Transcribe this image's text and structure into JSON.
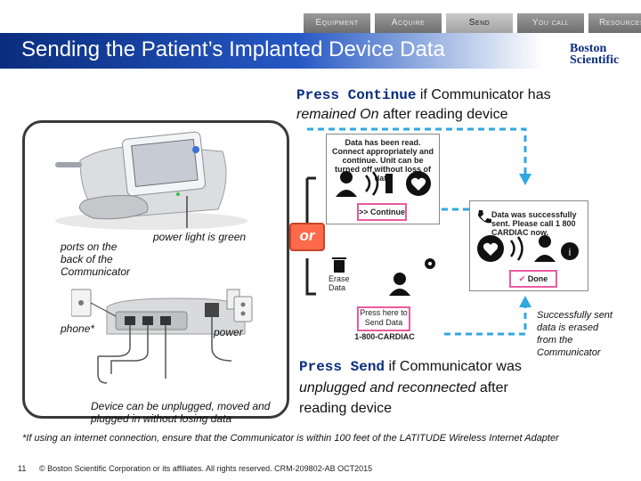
{
  "nav": {
    "tabs": [
      {
        "label": "Equipment",
        "active": false
      },
      {
        "label": "Acquire",
        "active": false
      },
      {
        "label": "Send",
        "active": true
      },
      {
        "label": "You call",
        "active": false
      },
      {
        "label": "Resources",
        "active": false
      }
    ]
  },
  "header": {
    "title": "Sending the Patient’s Implanted Device Data",
    "logo_line1": "Boston",
    "logo_line2": "Scientific"
  },
  "top_note": {
    "bold": "Press Continue",
    "rest_a": " if Communicator has ",
    "em": "remained On",
    "rest_b": " after reading device"
  },
  "device_labels": {
    "ports": "ports on the back of the Communicator",
    "power_light": "power light is green",
    "phone": "phone*",
    "power": "power",
    "unplug": "Device can be unplugged, moved and plugged in without losing data"
  },
  "or_label": "or",
  "screen_continue": {
    "message": "Data has been read. Connect appropriately and continue. Unit can be turned off without loss of data",
    "button": ">> Continue"
  },
  "screen_sent": {
    "message": "Data was successfully sent. Please call 1 800 CARDIAC now.",
    "button": "Done"
  },
  "screen_send": {
    "erase": "Erase Data",
    "button": "Press here to Send Data",
    "number": "1-800-CARDIAC"
  },
  "bottom_note": {
    "bold": "Press Send",
    "rest_a": " if Communicator was ",
    "em": "unplugged and reconnected",
    "rest_b": " after reading device"
  },
  "side_note": "Successfully sent data is erased from the Communicator",
  "footnote": "*If using an internet connection, ensure that the Communicator is within 100 feet of the LATITUDE Wireless Internet Adapter",
  "footer": {
    "page": "11",
    "copyright": "© Boston Scientific Corporation or its affiliates.  All rights reserved.   CRM-209802-AB OCT2015"
  },
  "colors": {
    "title_bar": "#0a2d7e",
    "accent_pink": "#e95ba0",
    "arrow_blue": "#2fa8e0",
    "or_badge": "#ff6a4a"
  }
}
